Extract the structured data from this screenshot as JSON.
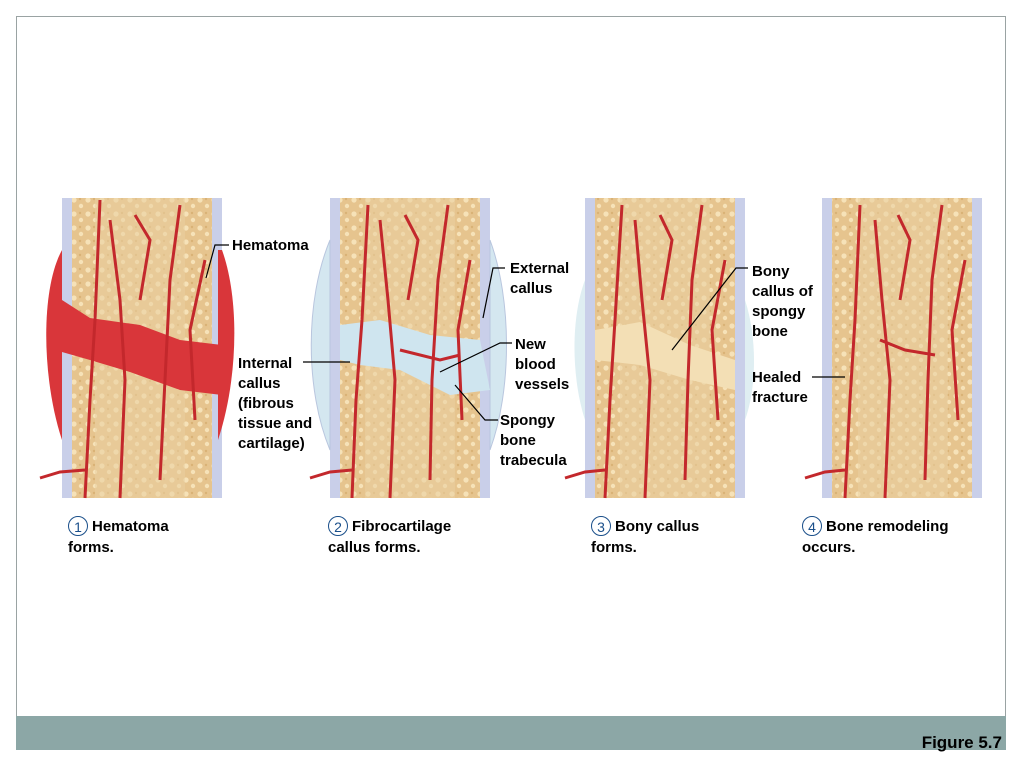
{
  "figure_label": "Figure 5.7",
  "labels": {
    "hematoma": "Hematoma",
    "internal_callus": [
      "Internal",
      "callus",
      "(fibrous",
      "tissue and",
      "cartilage)"
    ],
    "external_callus": [
      "External",
      "callus"
    ],
    "new_blood_vessels": [
      "New",
      "blood",
      "vessels"
    ],
    "spongy_bone_trabecula": [
      "Spongy",
      "bone",
      "trabecula"
    ],
    "bony_callus": [
      "Bony",
      "callus of",
      "spongy",
      "bone"
    ],
    "healed_fracture": [
      "Healed",
      "fracture"
    ]
  },
  "steps": [
    {
      "num": "1",
      "line1": "Hematoma",
      "line2": "forms."
    },
    {
      "num": "2",
      "line1": "Fibrocartilage",
      "line2": "callus forms."
    },
    {
      "num": "3",
      "line1": "Bony callus",
      "line2": "forms."
    },
    {
      "num": "4",
      "line1": "Bone remodeling",
      "line2": "occurs."
    }
  ],
  "colors": {
    "bone": "#e8c995",
    "bone_spongy": "#f3dcae",
    "periosteum": "#c8cde8",
    "blood": "#c3282c",
    "hematoma": "#d9363a",
    "cartilage": "#cfe5ef",
    "footer_bar": "#8ca7a6",
    "step_number": "#1a4f8a"
  }
}
